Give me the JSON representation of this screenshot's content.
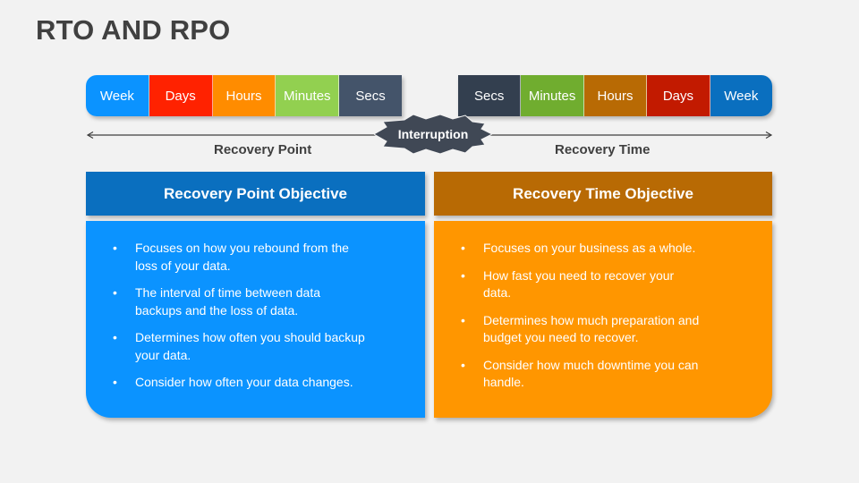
{
  "title": "RTO AND RPO",
  "left_bar": [
    {
      "label": "Week",
      "color": "#0b93ff"
    },
    {
      "label": "Days",
      "color": "#ff2200"
    },
    {
      "label": "Hours",
      "color": "#ff8c00"
    },
    {
      "label": "Minutes",
      "color": "#92d050"
    },
    {
      "label": "Secs",
      "color": "#44546a"
    }
  ],
  "right_bar": [
    {
      "label": "Secs",
      "color": "#333f4f"
    },
    {
      "label": "Minutes",
      "color": "#70ad2f"
    },
    {
      "label": "Hours",
      "color": "#b86a04"
    },
    {
      "label": "Days",
      "color": "#c21a00"
    },
    {
      "label": "Week",
      "color": "#0a6fbf"
    }
  ],
  "interruption": "Interruption",
  "recovery_point_label": "Recovery Point",
  "recovery_time_label": "Recovery Time",
  "rpo": {
    "heading": "Recovery Point Objective",
    "items": [
      "Focuses on how you rebound from the loss of your data.",
      "The interval of time between data backups and the loss of data.",
      "Determines how often you should backup your data.",
      "Consider how often your data changes."
    ]
  },
  "rto": {
    "heading": "Recovery Time Objective",
    "items": [
      "Focuses on your business as a whole.",
      "How fast you need to recover your data.",
      "Determines how much preparation and budget you need to recover.",
      "Consider how much downtime you can handle."
    ]
  }
}
